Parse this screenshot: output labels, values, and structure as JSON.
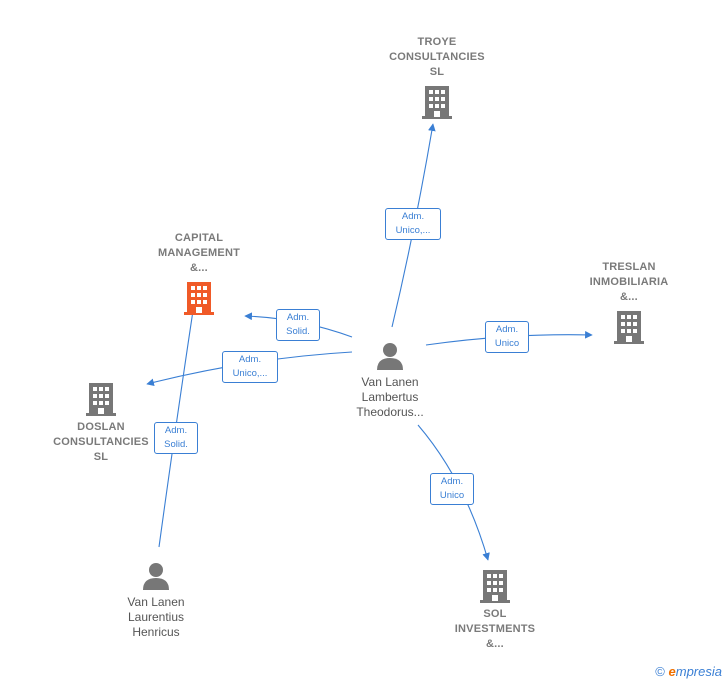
{
  "nodes": {
    "troye": {
      "name_lines": [
        "TROYE",
        "CONSULTANCIES",
        "SL"
      ]
    },
    "capital": {
      "name_lines": [
        "CAPITAL",
        "MANAGEMENT",
        "&..."
      ]
    },
    "treslan": {
      "name_lines": [
        "TRESLAN",
        "INMOBILIARIA",
        "&..."
      ]
    },
    "doslan": {
      "name_lines": [
        "DOSLAN",
        "CONSULTANCIES",
        "SL"
      ]
    },
    "sol": {
      "name_lines": [
        "SOL",
        "INVESTMENTS",
        "&..."
      ]
    },
    "lambertus": {
      "name_lines": [
        "Van Lanen",
        "Lambertus",
        "Theodorus..."
      ]
    },
    "laurentius": {
      "name_lines": [
        "Van Lanen",
        "Laurentius",
        "Henricus"
      ]
    }
  },
  "edges": {
    "to_troye": {
      "label_lines": [
        "Adm.",
        "Unico,..."
      ]
    },
    "to_capital": {
      "label_lines": [
        "Adm.",
        "Solid."
      ]
    },
    "to_doslan": {
      "label_lines": [
        "Adm.",
        "Unico,..."
      ]
    },
    "to_treslan": {
      "label_lines": [
        "Adm.",
        "Unico"
      ]
    },
    "to_sol": {
      "label_lines": [
        "Adm.",
        "Unico"
      ]
    },
    "laurentius_to_capital": {
      "label_lines": [
        "Adm.",
        "Solid."
      ]
    }
  },
  "colors": {
    "edge": "#3a7fd4",
    "company_icon": "#777777",
    "highlight_icon": "#f05a28",
    "person_icon": "#777777"
  },
  "footer": {
    "copyright": "©",
    "brand_initial": "e",
    "brand_rest": "mpresia"
  }
}
